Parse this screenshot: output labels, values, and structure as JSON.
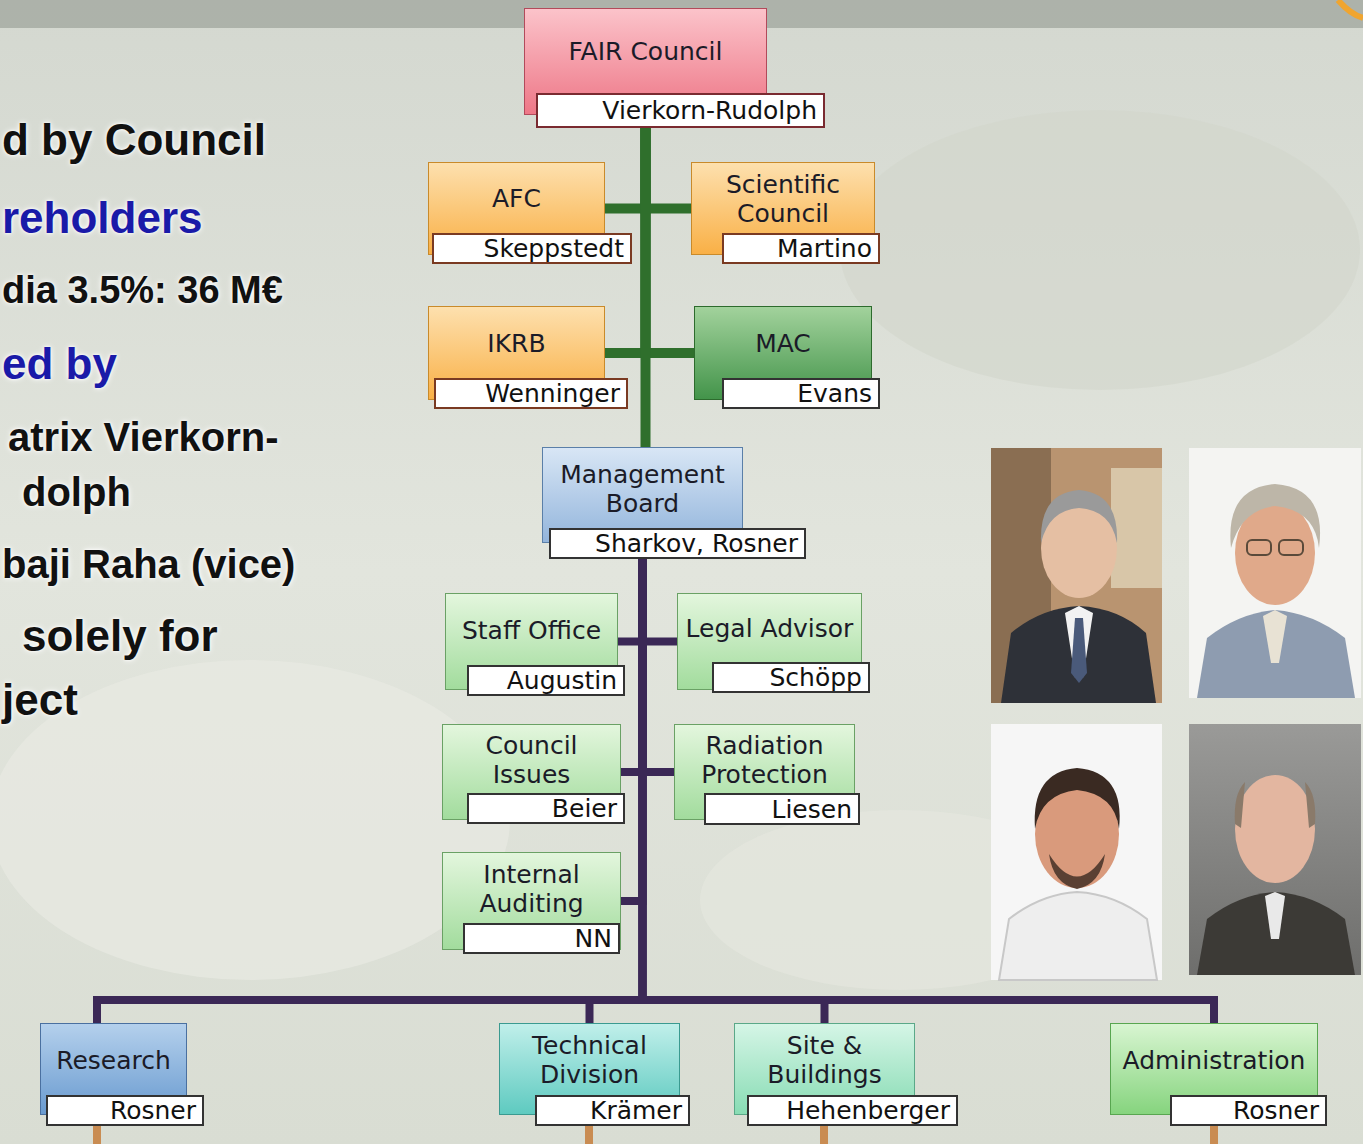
{
  "diagram": {
    "nodes": [
      {
        "text": [
          "FAIR Council",
          "Vierkorn-Rudolph"
        ]
      },
      {
        "text": [
          "AFC",
          "Skeppstedt"
        ]
      },
      {
        "text": [
          "Scientific Council",
          "Martino"
        ]
      },
      {
        "text": [
          "IKRB",
          "Wenninger"
        ]
      },
      {
        "text": [
          "MAC",
          "Evans"
        ]
      },
      {
        "text": [
          "Management Board",
          "Sharkov, Rosner"
        ]
      },
      {
        "text": [
          "Staff Office",
          "Augustin"
        ]
      },
      {
        "text": [
          "Legal Advisor",
          "Schöpp"
        ]
      },
      {
        "text": [
          "Council Issues",
          "Beier"
        ]
      },
      {
        "text": [
          "Radiation Protection",
          "Liesen"
        ]
      },
      {
        "text": [
          "Internal Auditing",
          "NN"
        ]
      },
      {
        "text": [
          "Research",
          "Rosner"
        ]
      },
      {
        "text": [
          "Technical Division",
          "Krämer"
        ]
      },
      {
        "text": [
          "Site & Buildings",
          "Hehenberger"
        ]
      },
      {
        "text": [
          "Administration",
          "Rosner"
        ]
      }
    ],
    "edges": [
      {
        "from": 0,
        "to": 1,
        "arrow": "none"
      },
      {
        "from": 0,
        "to": 2,
        "arrow": "none"
      },
      {
        "from": 0,
        "to": 3,
        "arrow": "none"
      },
      {
        "from": 0,
        "to": 4,
        "arrow": "none"
      },
      {
        "from": 0,
        "to": 5,
        "arrow": "none"
      },
      {
        "from": 5,
        "to": 6,
        "arrow": "none"
      },
      {
        "from": 5,
        "to": 7,
        "arrow": "none"
      },
      {
        "from": 5,
        "to": 8,
        "arrow": "none"
      },
      {
        "from": 5,
        "to": 9,
        "arrow": "none"
      },
      {
        "from": 5,
        "to": 10,
        "arrow": "none"
      },
      {
        "from": 5,
        "to": 11,
        "arrow": "none"
      },
      {
        "from": 5,
        "to": 12,
        "arrow": "none"
      },
      {
        "from": 5,
        "to": 13,
        "arrow": "none"
      },
      {
        "from": 5,
        "to": 14,
        "arrow": "none"
      }
    ],
    "labels": [
      "d by Council",
      "reholders",
      "dia 3.5%: 36 M€",
      "ed by",
      "atrix Vierkorn-",
      "dolph",
      "baji Raha (vice)",
      "solely for",
      "ject"
    ]
  }
}
